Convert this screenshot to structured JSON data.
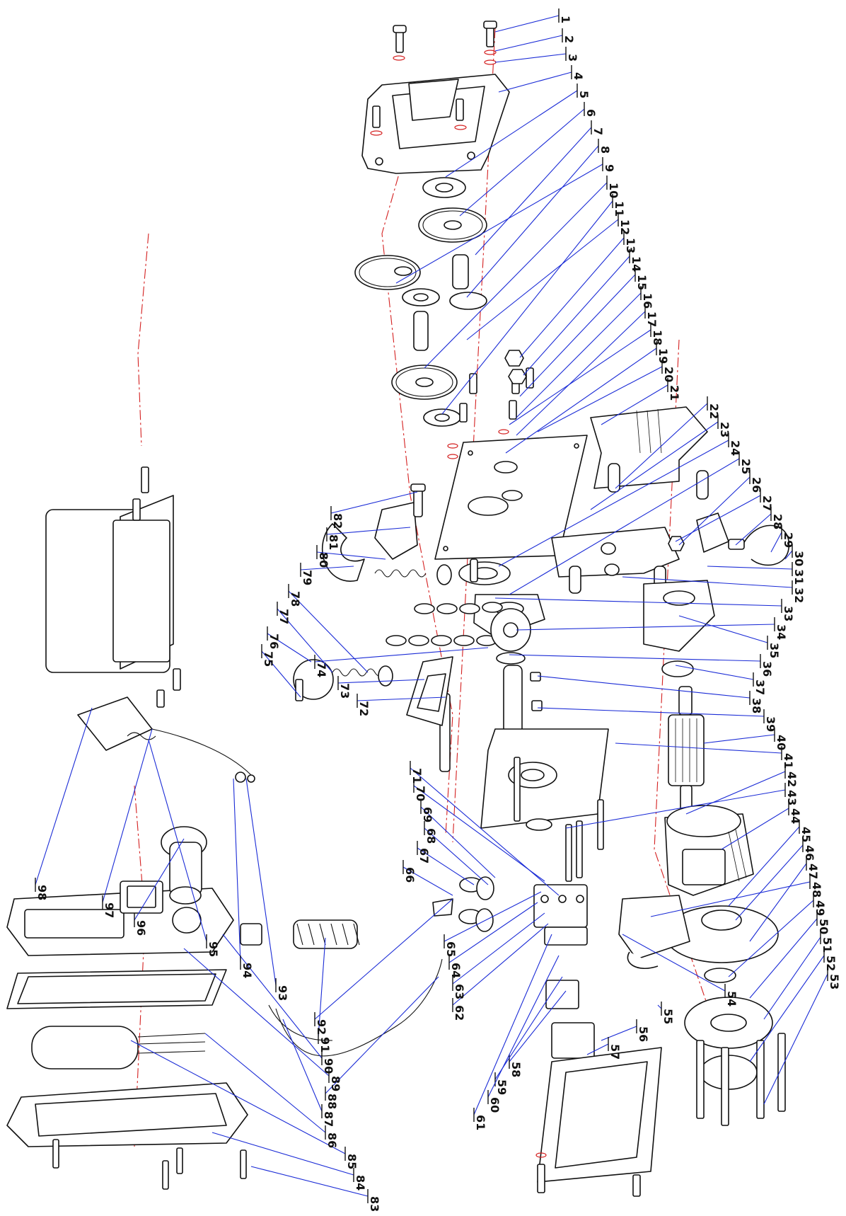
{
  "callouts": [
    "1",
    "2",
    "3",
    "4",
    "5",
    "6",
    "7",
    "8",
    "9",
    "10",
    "11",
    "12",
    "13",
    "14",
    "15",
    "16",
    "17",
    "18",
    "19",
    "20",
    "21",
    "22",
    "23",
    "24",
    "25",
    "26",
    "27",
    "28",
    "29",
    "30",
    "31",
    "32",
    "33",
    "34",
    "35",
    "36",
    "37",
    "38",
    "39",
    "40",
    "41",
    "42",
    "43",
    "44",
    "45",
    "46",
    "47",
    "48",
    "49",
    "50",
    "51",
    "52",
    "53",
    "54",
    "55",
    "56",
    "57",
    "58",
    "59",
    "60",
    "61",
    "62",
    "63",
    "64",
    "65",
    "66",
    "67",
    "68",
    "69",
    "70",
    "71",
    "72",
    "73",
    "74",
    "75",
    "76",
    "77",
    "78",
    "79",
    "80",
    "81",
    "82",
    "83",
    "84",
    "85",
    "86",
    "87",
    "88",
    "89",
    "90",
    "91",
    "92",
    "93",
    "94",
    "95",
    "96",
    "97",
    "98"
  ],
  "colors": {
    "outline": "#111111",
    "axis": "#d42020",
    "leader": "#1a2bd6",
    "background": "#ffffff"
  }
}
